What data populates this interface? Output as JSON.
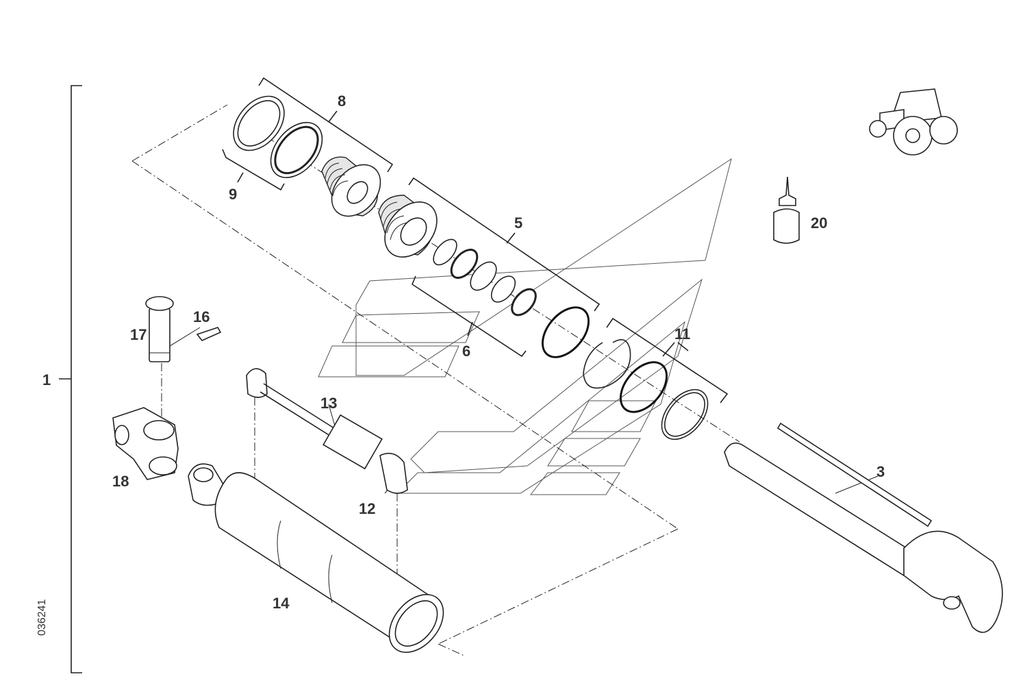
{
  "diagram": {
    "reference_number": "036241",
    "labels": {
      "l1": "1",
      "l3": "3",
      "l5": "5",
      "l6": "6",
      "l8": "8",
      "l9": "9",
      "l11": "11",
      "l12": "12",
      "l13": "13",
      "l14": "14",
      "l16": "16",
      "l17": "17",
      "l18": "18",
      "l20": "20"
    }
  }
}
